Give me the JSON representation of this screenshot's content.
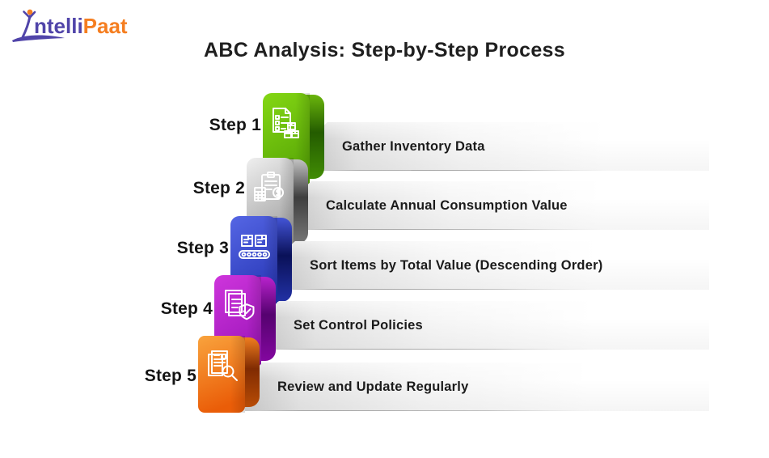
{
  "logo": {
    "name": "IntelliPaat",
    "brand_prefix": "ntelli",
    "brand_suffix": "Paat",
    "prefix_color": "#5044a9",
    "suffix_color": "#f57e20"
  },
  "title": "ABC Analysis: Step-by-Step Process",
  "banner": {
    "base_color": "#d9d9d9",
    "text_color": "#1b1b1b"
  },
  "steps": [
    {
      "label": "Step 1",
      "description": "Gather Inventory Data",
      "icon": "inventory-checklist-icon",
      "colors": {
        "body_top": "#84d714",
        "body_bottom": "#4f9d03",
        "fold_top": "#6ab50c",
        "fold_mid": "#245c00",
        "fold_bottom": "#418c04"
      }
    },
    {
      "label": "Step 2",
      "description": "Calculate Annual Consumption Value",
      "icon": "calculator-clipboard-icon",
      "colors": {
        "body_top": "#efefef",
        "body_bottom": "#8f8f8f",
        "fold_top": "#c2c2c2",
        "fold_mid": "#3d3d3d",
        "fold_bottom": "#787878"
      }
    },
    {
      "label": "Step 3",
      "description": "Sort Items by Total Value (Descending Order)",
      "icon": "conveyor-sort-icon",
      "colors": {
        "body_top": "#5566e4",
        "body_bottom": "#1e2dad",
        "fold_top": "#4354d6",
        "fold_mid": "#0a1158",
        "fold_bottom": "#2231a5"
      }
    },
    {
      "label": "Step 4",
      "description": "Set Control Policies",
      "icon": "policy-shield-icon",
      "colors": {
        "body_top": "#ce35dc",
        "body_bottom": "#9410b3",
        "fold_top": "#b822cc",
        "fold_mid": "#55026f",
        "fold_bottom": "#83079f"
      }
    },
    {
      "label": "Step 5",
      "description": "Review and Update Regularly",
      "icon": "review-magnifier-icon",
      "colors": {
        "body_top": "#f9a33d",
        "body_bottom": "#ea5d08",
        "fold_top": "#ef7d1f",
        "fold_mid": "#802b02",
        "fold_bottom": "#b84c06"
      }
    }
  ]
}
